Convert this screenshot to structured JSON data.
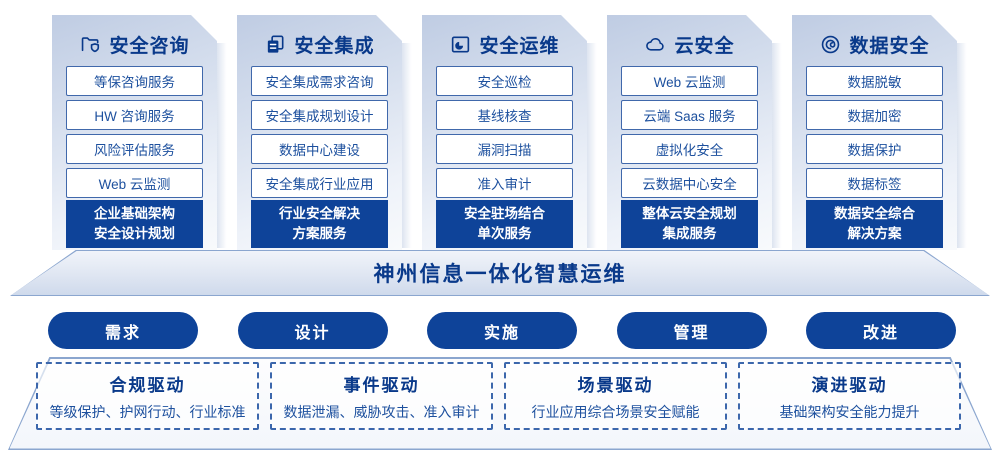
{
  "colors": {
    "primary_blue": "#0e4399",
    "navy_text": "#09398a",
    "item_text": "#1d509e",
    "item_border": "#4068ab",
    "card_gradient_top": "#bfcce3",
    "trapezoid_edge": "#8ba6cf"
  },
  "columns": [
    {
      "title": "安全咨询",
      "icon": "folder-shield-icon",
      "items": [
        "等保咨询服务",
        "HW 咨询服务",
        "风险评估服务",
        "Web 云监测"
      ],
      "highlight_line1": "企业基础架构",
      "highlight_line2": "安全设计规划"
    },
    {
      "title": "安全集成",
      "icon": "copy-docs-icon",
      "items": [
        "安全集成需求咨询",
        "安全集成规划设计",
        "数据中心建设",
        "安全集成行业应用"
      ],
      "highlight_line1": "行业安全解决",
      "highlight_line2": "方案服务"
    },
    {
      "title": "安全运维",
      "icon": "folder-clock-icon",
      "items": [
        "安全巡检",
        "基线核查",
        "漏洞扫描",
        "准入审计"
      ],
      "highlight_line1": "安全驻场结合",
      "highlight_line2": "单次服务"
    },
    {
      "title": "云安全",
      "icon": "cloud-icon",
      "items": [
        "Web 云监测",
        "云端 Saas 服务",
        "虚拟化安全",
        "云数据中心安全"
      ],
      "highlight_line1": "整体云安全规划",
      "highlight_line2": "集成服务"
    },
    {
      "title": "数据安全",
      "icon": "data-spiral-icon",
      "items": [
        "数据脱敏",
        "数据加密",
        "数据保护",
        "数据标签"
      ],
      "highlight_line1": "数据安全综合",
      "highlight_line2": "解决方案"
    }
  ],
  "banner": {
    "title": "神州信息一体化智慧运维"
  },
  "process_pills": [
    {
      "label": "需求"
    },
    {
      "label": "设计"
    },
    {
      "label": "实施"
    },
    {
      "label": "管理"
    },
    {
      "label": "改进"
    }
  ],
  "drivers": [
    {
      "title": "合规驱动",
      "desc": "等级保护、护网行动、行业标准"
    },
    {
      "title": "事件驱动",
      "desc": "数据泄漏、威胁攻击、准入审计"
    },
    {
      "title": "场景驱动",
      "desc": "行业应用综合场景安全赋能"
    },
    {
      "title": "演进驱动",
      "desc": "基础架构安全能力提升"
    }
  ]
}
